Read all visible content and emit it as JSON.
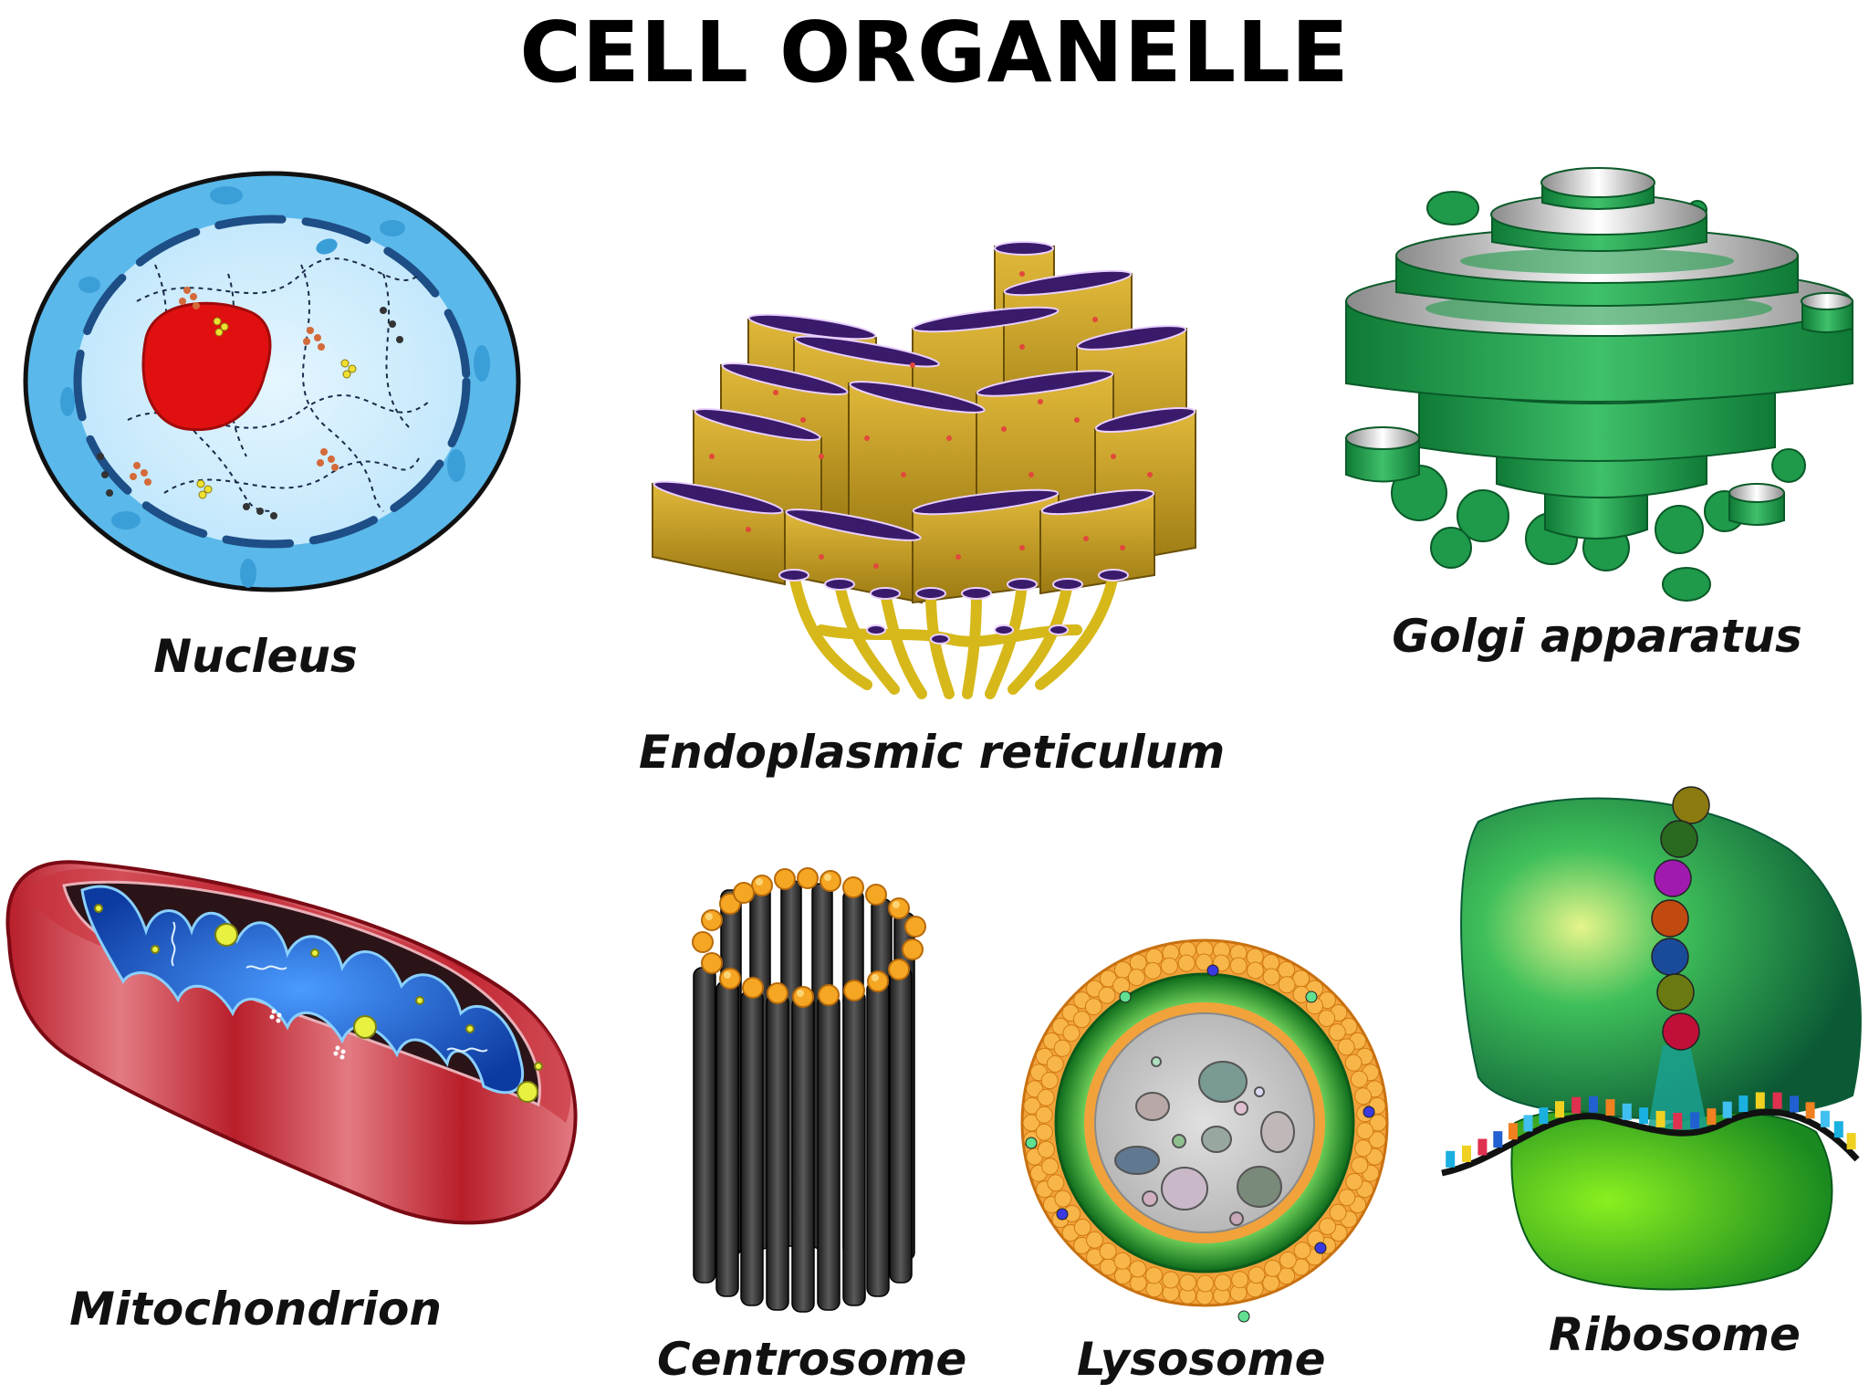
{
  "title": "CELL ORGANELLE",
  "organelles": {
    "nucleus": "Nucleus",
    "endoplasmic_reticulum": "Endoplasmic reticulum",
    "golgi": "Golgi apparatus",
    "mitochondrion": "Mitochondrion",
    "centrosome": "Centrosome",
    "lysosome": "Lysosome",
    "ribosome": "Ribosome"
  },
  "colors": {
    "nucleus": "#4fb3e8",
    "nucleolus": "#e01010",
    "er": "#c9a227",
    "er_edge": "#4a1f7a",
    "golgi": "#1e9a4a",
    "mitochondrion": "#c8303a",
    "cristae": "#1a5fd0",
    "centrosome": "#3a3a3a",
    "centrosome_ring": "#f5a623",
    "lysosome_outer": "#f2a23a",
    "lysosome_ring": "#2a9a2a",
    "ribosome": "#2aaa55"
  }
}
